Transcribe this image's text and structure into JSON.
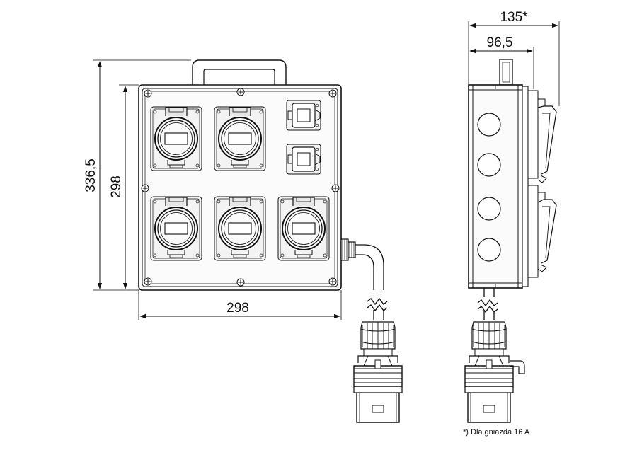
{
  "dimensions": {
    "total_height": "336,5",
    "box_height": "298",
    "box_width": "298",
    "side_total_depth": "135*",
    "side_box_depth": "96,5"
  },
  "footnote": "*) Dla gniazda 16 A",
  "colors": {
    "line": "#111111",
    "fill_light": "#f2f2f2",
    "fill_mid": "#e0e0e0"
  }
}
